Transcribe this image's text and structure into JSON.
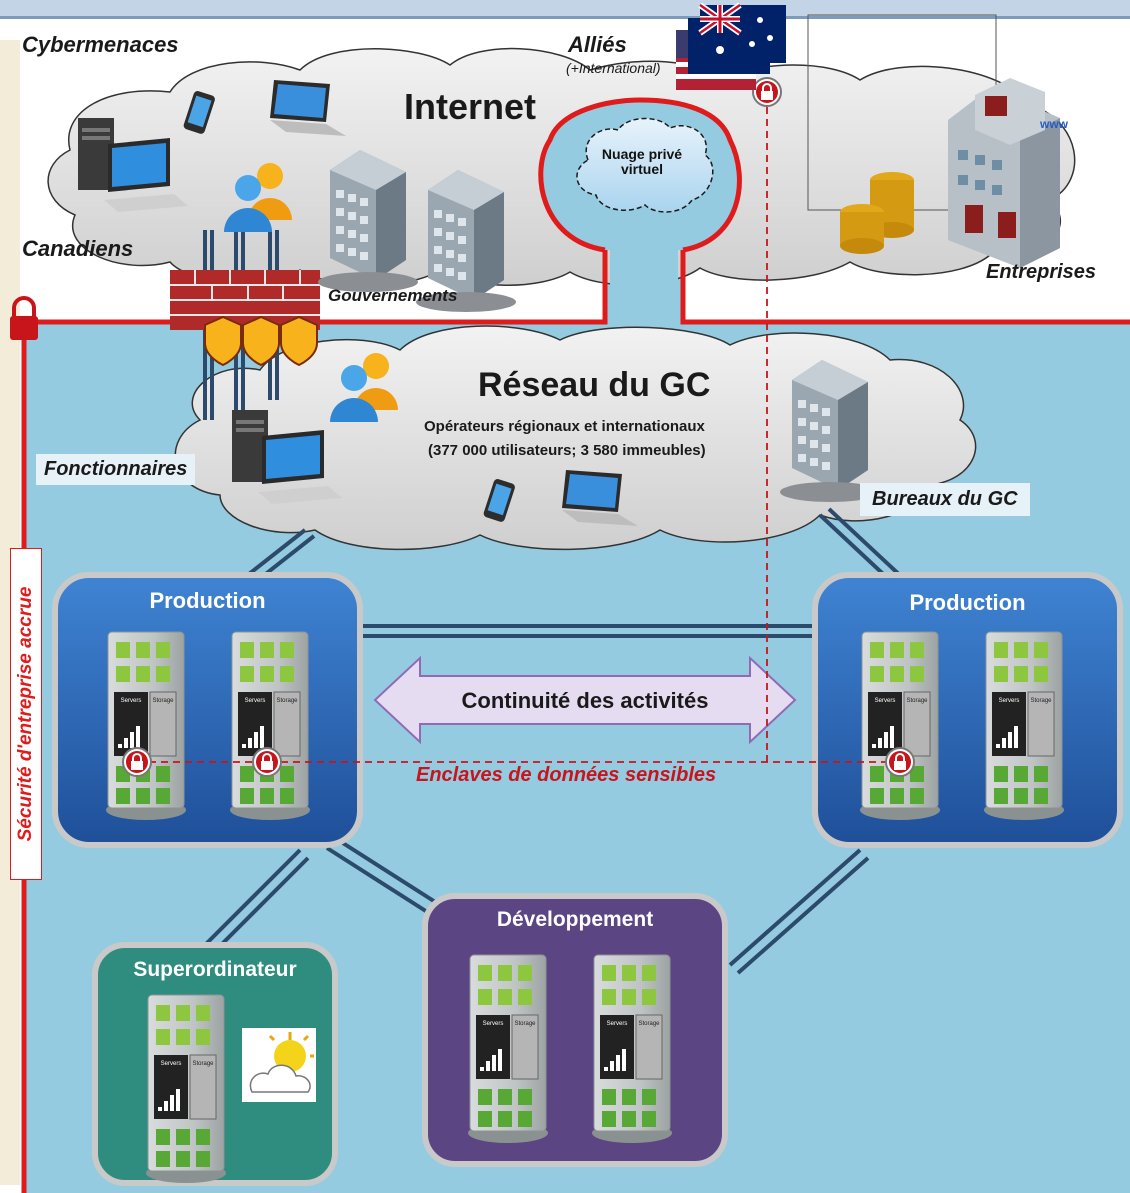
{
  "labels": {
    "cybermenaces": "Cybermenaces",
    "allies": "Alliés",
    "allies_sub": "(+International)",
    "internet": "Internet",
    "private_cloud": "Nuage privé virtuel",
    "canadiens": "Canadiens",
    "gouvernements": "Gouvernements",
    "entreprises": "Entreprises",
    "reseau": "Réseau du GC",
    "operateurs": "Opérateurs régionaux et internationaux",
    "users": "(377 000 utilisateurs; 3 580 immeubles)",
    "fonctionnaires": "Fonctionnaires",
    "bureaux": "Bureaux du GC",
    "security": "Sécurité d'entreprise accrue",
    "prod_left": "Production",
    "prod_right": "Production",
    "continuity": "Continuité des activités",
    "enclaves": "Enclaves de données sensibles",
    "developpement": "Développement",
    "superordinateur": "Superordinateur",
    "servers": "Servers",
    "storage": "Storage"
  },
  "colors": {
    "internal_net_bg": "#95cbe0",
    "security_red": "#e01b1b",
    "production_blue": "#2f6fbf",
    "development_purple": "#5b4583",
    "supercomputer_teal": "#2e8d7e",
    "link_navy": "#2c4a6b",
    "arrow_fill": "#e6dcf2"
  },
  "icons": [
    "laptop-icon",
    "phone-icon",
    "desktop-icon",
    "users-icon",
    "building-icon",
    "firewall-icon",
    "lock-icon",
    "flags-icon",
    "coins-icon",
    "weather-icon",
    "server-rack-icon"
  ]
}
